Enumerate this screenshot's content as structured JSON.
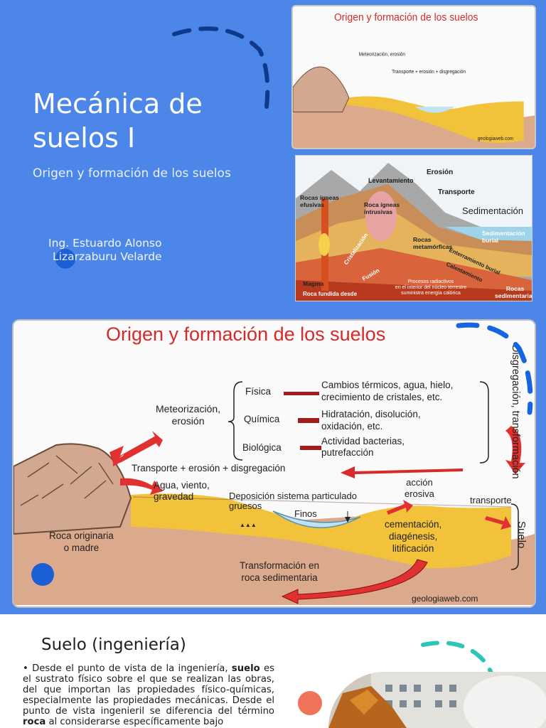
{
  "slide1": {
    "title_line1": "Mecánica de",
    "title_line2": "suelos I",
    "subtitle": "Origen y formación de los suelos",
    "author_line1": "Ing. Estuardo Alonso",
    "author_line2": "Lizarzaburu Velarde",
    "accent_dashes_color": "#0d3a8c",
    "dot_color": "#1a5fd6"
  },
  "soil_diagram": {
    "title": "Origen y formación de los suelos",
    "side_label": "Disgregación, transformación",
    "meteor_label_1": "Meteorización,",
    "meteor_label_2": "erosión",
    "fisica": "Física",
    "quimica": "Química",
    "biologica": "Biológica",
    "fisica_desc_1": "Cambios térmicos, agua, hielo,",
    "fisica_desc_2": "crecimiento de cristales, etc.",
    "quimica_desc_1": "Hidratación, disolución,",
    "quimica_desc_2": "oxidación, etc.",
    "bio_desc_1": "Actividad bacterias,",
    "bio_desc_2": "putrefacción",
    "transporte_line": "Transporte + erosión + disgregación",
    "agua_1": "Agua, viento,",
    "agua_2": "gravedad",
    "deposicion_1": "Deposición sistema particulado",
    "deposicion_2": "gruesos",
    "finos": "Finos",
    "accion_1": "acción",
    "accion_2": "erosiva",
    "transporte": "transporte",
    "suelo": "Suelo",
    "roca_1": "Roca originaria",
    "roca_2": "o madre",
    "cementacion_1": "cementación,",
    "cementacion_2": "diagénesis,",
    "cementacion_3": "litificación",
    "transformacion_1": "Transformación en",
    "transformacion_2": "roca sedimentaria",
    "credit": "geologiaweb.com"
  },
  "rock_cycle": {
    "erosion": "Erosión",
    "levantamiento": "Levantamiento",
    "transporte": "Transporte",
    "sedimentacion": "Sedimentación",
    "rocas_igneas_1": "Rocas ígneas",
    "rocas_igneas_2": "efusivas",
    "roca_intrusiva_1": "Roca ígneas",
    "roca_intrusiva_2": "intrusivas",
    "sed_burial_1": "Sedimentación",
    "sed_burial_2": "burial",
    "rocas_meta_1": "Rocas",
    "rocas_meta_2": "metamórficas",
    "cristalizacion": "Cristalización",
    "enterramiento": "Enterramiento burial",
    "calentamiento": "Calentamiento",
    "magma": "Magma",
    "fusion": "Fusión",
    "roca_fundida": "Roca fundida desde",
    "procesos_1": "Procesos radiactivos",
    "procesos_2": "en el interior del núcleo terrestre",
    "procesos_3": "suministra energía calórica",
    "rocas_sed_1": "Rocas",
    "rocas_sed_2": "sedimentarias"
  },
  "slide3": {
    "heading": "Suelo (ingeniería)",
    "p_bullet": "•",
    "p1": "Desde el punto de vista de la ingeniería, ",
    "p_bold1": "suelo",
    "p2": " es el sustrato físico sobre el que se realizan las obras, del que importan las propiedades físico-químicas, especialmente las propiedades mecánicas. Desde el punto de vista ingenieril se diferencia del término ",
    "p_bold2": "roca",
    "p3": " al considerarse específicamente bajo",
    "accent_teal": "#2ec4b6",
    "accent_orange": "#f0745a"
  }
}
